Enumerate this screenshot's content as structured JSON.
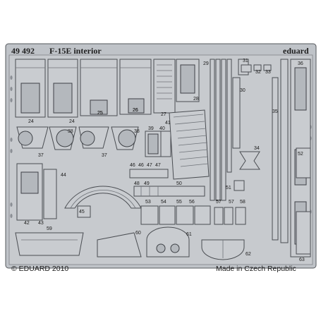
{
  "fret": {
    "product_code": "49 492",
    "title": "F-15E interior",
    "brand": "eduard",
    "copyright": "© EDUARD 2010",
    "origin": "Made in Czech Republic"
  },
  "part_numbers": [
    "24",
    "25",
    "26",
    "24",
    "25",
    "26",
    "27",
    "28",
    "29",
    "30",
    "31",
    "32",
    "33",
    "34",
    "35",
    "36",
    "37",
    "38",
    "37",
    "38",
    "39",
    "40",
    "41",
    "44",
    "45",
    "46",
    "46",
    "47",
    "47",
    "48",
    "49",
    "50",
    "51",
    "52",
    "53",
    "54",
    "55",
    "56",
    "57",
    "57",
    "58",
    "59",
    "60",
    "61",
    "62",
    "63",
    "42",
    "43"
  ],
  "colors": {
    "fret_metal": "#c9ccd0",
    "fret_frame": "#bfc3c8",
    "outline": "#4a4d52",
    "text": "#1e1e1e"
  }
}
